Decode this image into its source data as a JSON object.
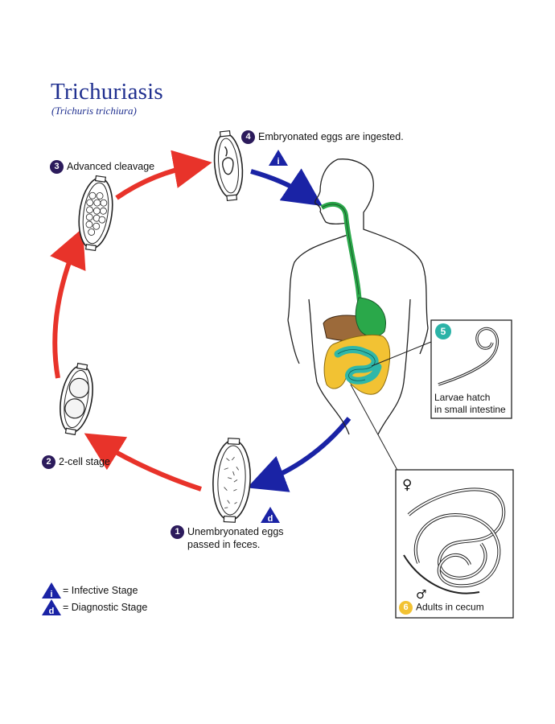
{
  "title": "Trichuriasis",
  "subtitle": "(Trichuris trichiura)",
  "stages": [
    {
      "num": "1",
      "label_line1": "Unembryonated eggs",
      "label_line2": "passed in feces."
    },
    {
      "num": "2",
      "label": "2-cell stage"
    },
    {
      "num": "3",
      "label": "Advanced cleavage"
    },
    {
      "num": "4",
      "label": "Embryonated eggs are ingested."
    },
    {
      "num": "5",
      "label_line1": "Larvae hatch",
      "label_line2": "in small intestine"
    },
    {
      "num": "6",
      "label": "Adults in cecum"
    }
  ],
  "markers": {
    "infective": "i",
    "diagnostic": "d",
    "female": "♀",
    "male": "♂"
  },
  "legend": {
    "infective": "= Infective Stage",
    "diagnostic": "= Diagnostic Stage"
  },
  "colors": {
    "title": "#1f2f8f",
    "red_arrow": "#e8332a",
    "blue_arrow": "#1a23a5",
    "stage_badge": "#2c1b5c",
    "badge_teal": "#2bb3a7",
    "badge_gold": "#f2c233",
    "esophagus": "#2aa84a",
    "liver": "#9c6a3a",
    "small_intestine": "#2fb7a9",
    "large_intestine": "#f2c233"
  }
}
